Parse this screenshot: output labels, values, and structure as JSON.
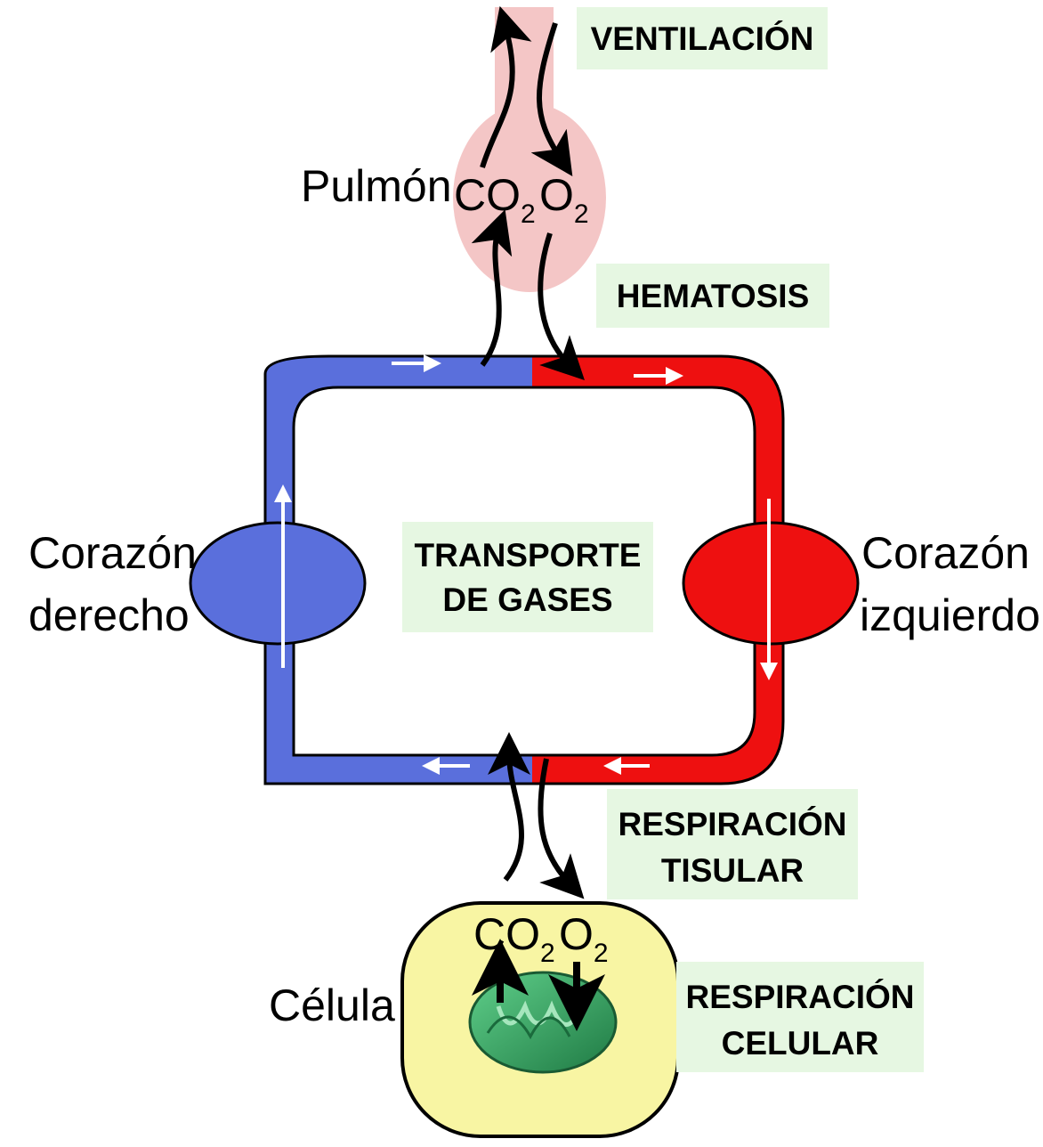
{
  "colors": {
    "deoxygenated_blood": "#5a6fdc",
    "oxygenated_blood": "#ee1010",
    "lung": "#f4c6c6",
    "cell": "#f8f5a3",
    "mitochondrion": "#2f9a5c",
    "process_box": "#e6f7e2",
    "flow_arrow": "#ffffff",
    "exchange_arrow": "#000000"
  },
  "labels": {
    "pulmon": "Pulmón",
    "corazon_derecho_line1": "Corazón",
    "corazon_derecho_line2": "derecho",
    "corazon_izquierdo_line1": "Corazón",
    "corazon_izquierdo_line2": "izquierdo",
    "celula": "Célula"
  },
  "gases": {
    "co2_main": "CO",
    "co2_sub": "2",
    "o2_main": "O",
    "o2_sub": "2"
  },
  "processes": {
    "ventilacion": "VENTILACIÓN",
    "hematosis": "HEMATOSIS",
    "transporte_line1": "TRANSPORTE",
    "transporte_line2": "DE GASES",
    "resp_tisular_line1": "RESPIRACIÓN",
    "resp_tisular_line2": "TISULAR",
    "resp_celular_line1": "RESPIRACIÓN",
    "resp_celular_line2": "CELULAR"
  },
  "icons": {
    "flow_arrow": "white-flow-arrow-icon",
    "exchange_arrow": "black-curved-arrow-icon"
  }
}
